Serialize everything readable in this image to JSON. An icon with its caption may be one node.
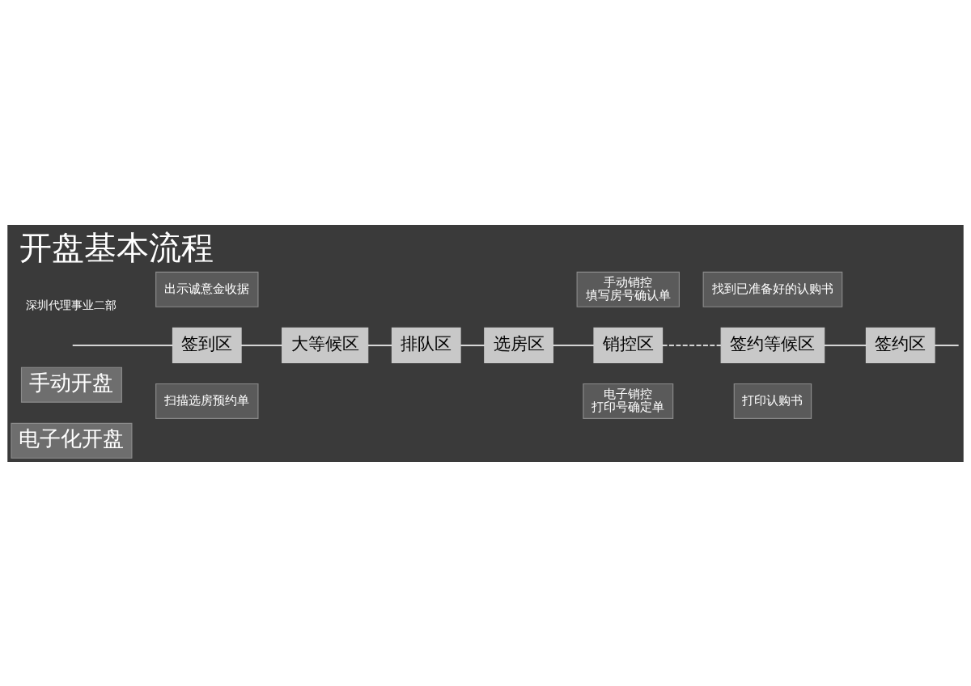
{
  "diagram": {
    "title": "开盘基本流程",
    "nodes": [
      {
        "text": [
          "手动开盘"
        ]
      },
      {
        "text": [
          "电子化开盘"
        ]
      },
      {
        "text": [
          "出示诚意金收据"
        ]
      },
      {
        "text": [
          "扫描选房预约单"
        ]
      },
      {
        "text": [
          "签到区"
        ]
      },
      {
        "text": [
          "大等候区"
        ]
      },
      {
        "text": [
          "排队区"
        ]
      },
      {
        "text": [
          "选房区"
        ]
      },
      {
        "text": [
          "销控区"
        ]
      },
      {
        "text": [
          "签约等候区"
        ]
      },
      {
        "text": [
          "签约区"
        ]
      },
      {
        "text": [
          "手动销控",
          "填写房号确认单"
        ]
      },
      {
        "text": [
          "找到已准备好的认购书"
        ]
      },
      {
        "text": [
          "电子销控",
          "打印号确定单"
        ]
      },
      {
        "text": [
          "打印认购书"
        ]
      }
    ],
    "edges": [
      {
        "from": null,
        "to": 4,
        "arrow": "none"
      },
      {
        "from": 4,
        "to": 5,
        "arrow": "none"
      },
      {
        "from": 5,
        "to": 6,
        "arrow": "none"
      },
      {
        "from": 6,
        "to": 7,
        "arrow": "none"
      },
      {
        "from": 7,
        "to": 8,
        "arrow": "none"
      },
      {
        "from": 8,
        "to": 9,
        "arrow": "none",
        "style": "dashed"
      },
      {
        "from": 9,
        "to": 10,
        "arrow": "none"
      },
      {
        "from": 10,
        "to": null,
        "arrow": "none"
      }
    ],
    "labels": [
      "深圳代理事业二部"
    ]
  }
}
